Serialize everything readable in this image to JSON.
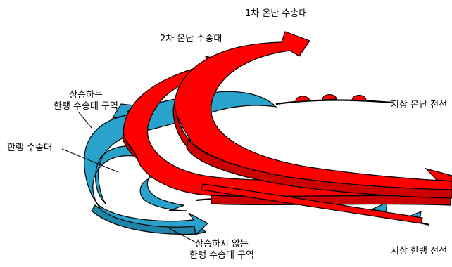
{
  "labels": {
    "warm_belt_1": "1차 온난 수송대",
    "warm_belt_2": "2차 온난 수송대",
    "rising_cold_belt": [
      "상승하는",
      "한랭 수송대 구역"
    ],
    "cold_belt": "한랭 수송대",
    "warm_front": "지상 온난 전선",
    "non_rising_cold_belt": [
      "상승하지 않는",
      "한랭 수송대 구역"
    ],
    "cold_front": "지상 한랭 전선"
  },
  "colors": {
    "warm_belt": "#ff0000",
    "warm_belt_side": "#cc0000",
    "cold_belt": "#29a3cc",
    "cold_belt_side": "#1f84a6",
    "outline": "#000000"
  }
}
